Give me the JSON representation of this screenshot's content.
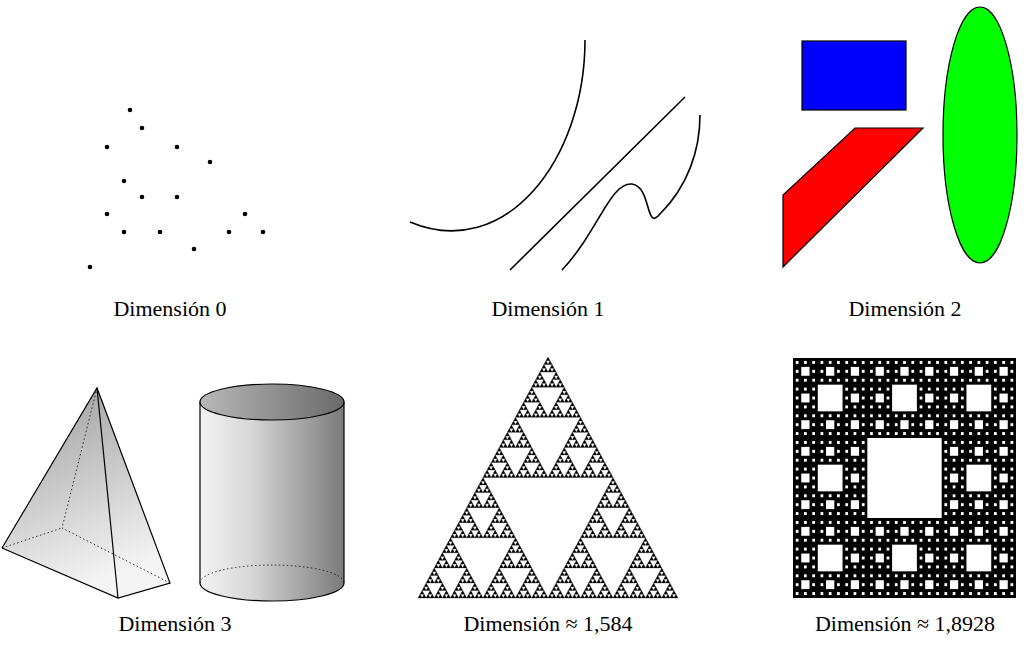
{
  "diagram": {
    "labels": [
      "Dimensión 0",
      "Dimensión 1",
      "Dimensión 2",
      "Dimensión 3",
      "Dimensión ≈ 1,584",
      "Dimensión ≈ 1,8928"
    ]
  }
}
